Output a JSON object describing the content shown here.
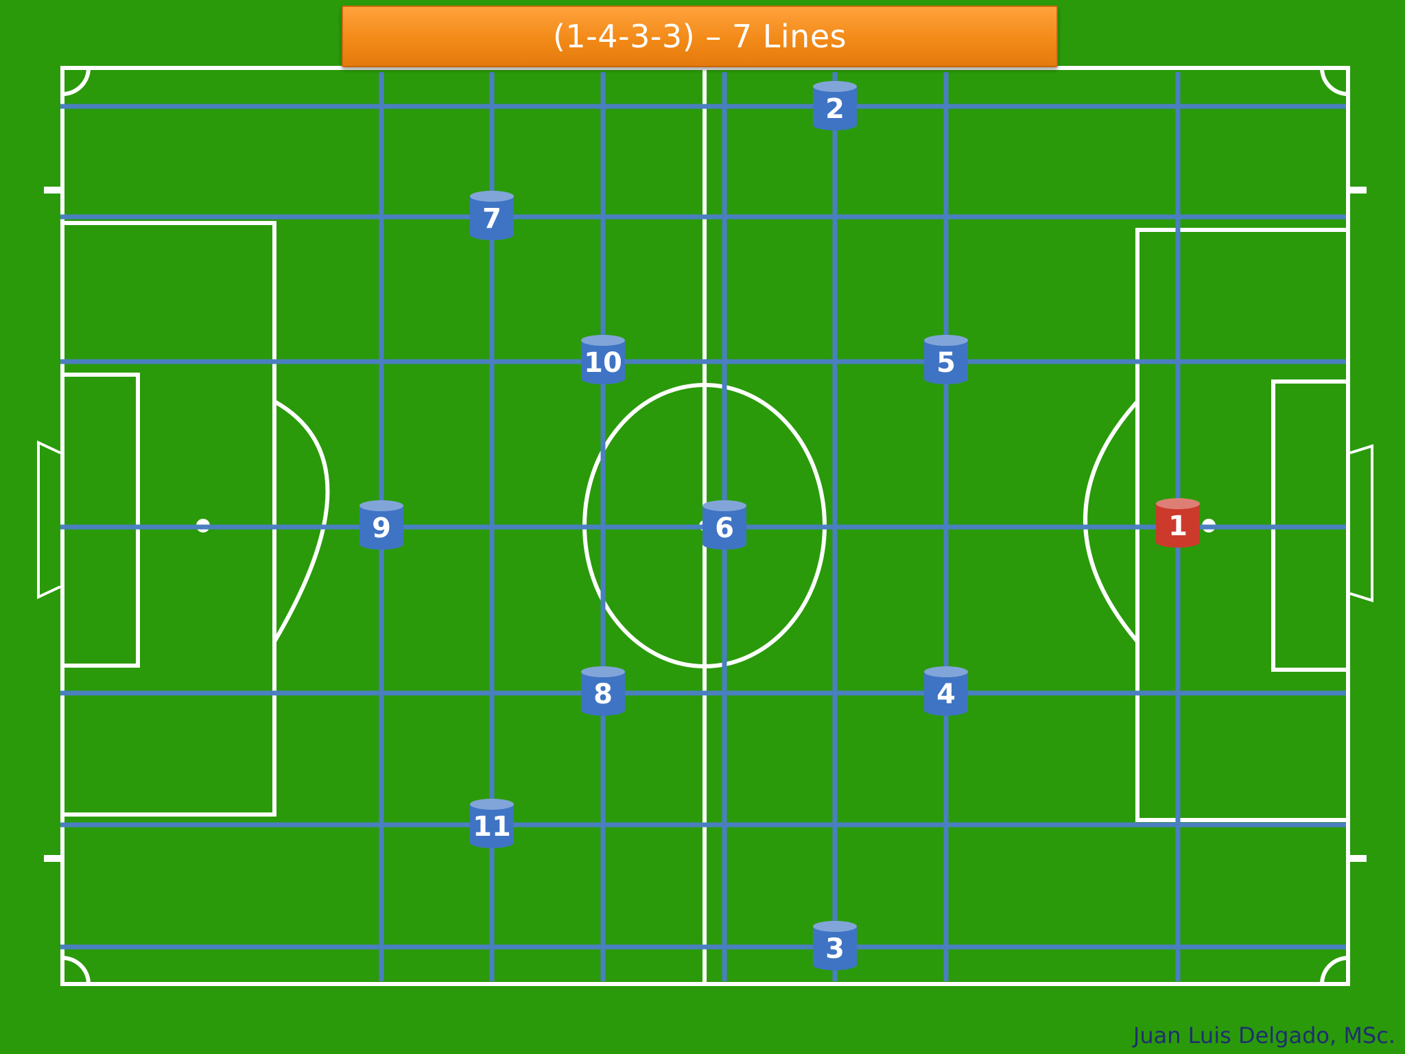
{
  "title": "(1-4-3-3) – 7 Lines",
  "author": "Juan Luis Delgado, MSc.",
  "colors": {
    "grass": "#2a9a0a",
    "line_blue": "#4a7fc0",
    "player_blue": "#3f74c4",
    "goalkeeper_red": "#cc3a2c",
    "banner_orange": "#f28a18",
    "author_text": "#1e2f6e"
  },
  "players": [
    {
      "number": "1",
      "role": "goalkeeper"
    },
    {
      "number": "2",
      "role": "outfield"
    },
    {
      "number": "3",
      "role": "outfield"
    },
    {
      "number": "4",
      "role": "outfield"
    },
    {
      "number": "5",
      "role": "outfield"
    },
    {
      "number": "6",
      "role": "outfield"
    },
    {
      "number": "7",
      "role": "outfield"
    },
    {
      "number": "8",
      "role": "outfield"
    },
    {
      "number": "9",
      "role": "outfield"
    },
    {
      "number": "10",
      "role": "outfield"
    },
    {
      "number": "11",
      "role": "outfield"
    }
  ]
}
